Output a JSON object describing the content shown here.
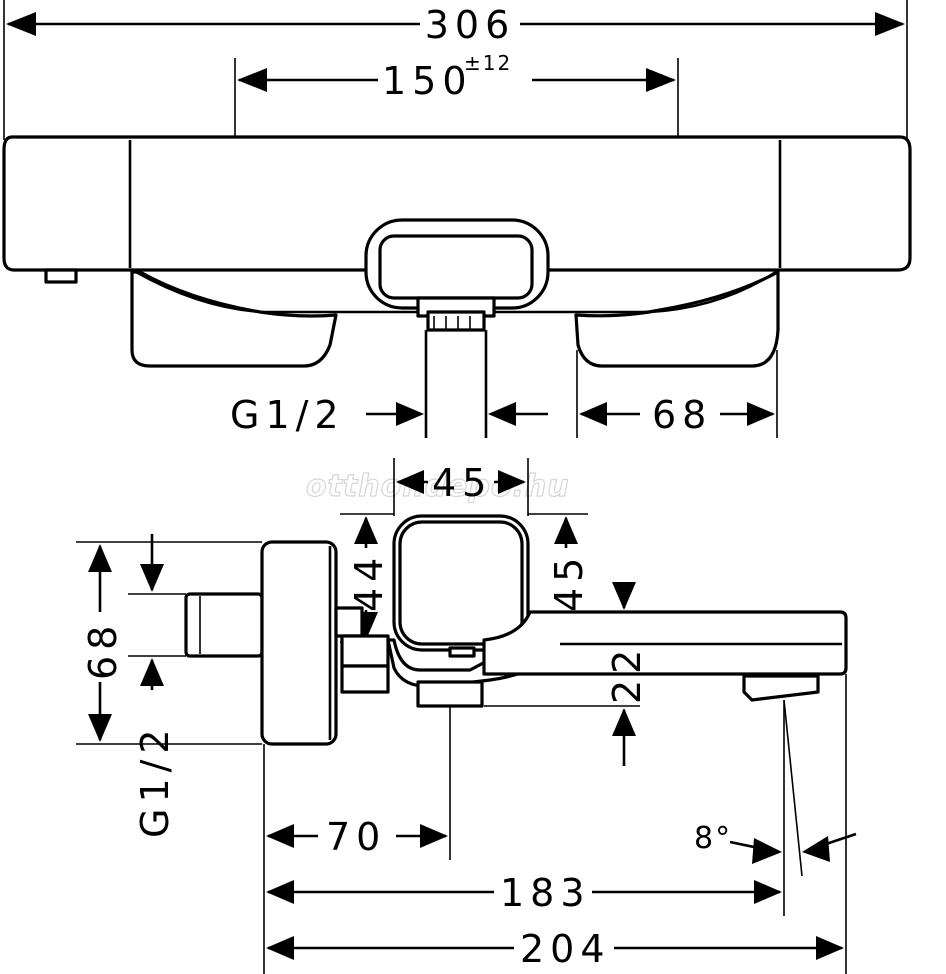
{
  "watermark": "otthondepo.hu",
  "top_view": {
    "overall_width": "306",
    "center_distance": "150",
    "center_tolerance": "±12",
    "connection_thread": "G1/2",
    "handle_offset": "68"
  },
  "side_view": {
    "control_width": "45",
    "control_depth_a": "44",
    "control_depth_b": "45",
    "spout_height": "22",
    "body_height": "68",
    "connection_thread": "G1/2",
    "outlet_offset": "70",
    "spout_reach_inner": "183",
    "spout_reach_total": "204",
    "spout_angle": "8°"
  }
}
